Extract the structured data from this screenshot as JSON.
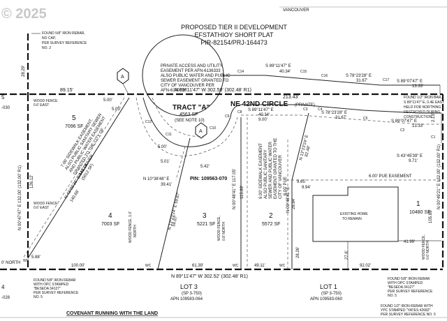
{
  "watermark": "© 2025",
  "title": {
    "line1": "PROPOSED TIER II DEVELOPMENT",
    "line2": "EFSTATHIOY SHORT PLAT",
    "line3": "PIR-82154/PRJ-164473"
  },
  "street_top": "VANCOUVER",
  "street": {
    "name": "NE 42ND CIRCLE",
    "type": "(PRIVATE)"
  },
  "tract": {
    "name": "TRACT \"A\"",
    "area": "4563 SF",
    "note": "(SEE NOTE 10)"
  },
  "pin": "PIN: 109563-070",
  "lots": [
    {
      "num": "1",
      "area": "10480 SF"
    },
    {
      "num": "2",
      "area": "5572 SF"
    },
    {
      "num": "3",
      "area": "5221 SF"
    },
    {
      "num": "4",
      "area": "7003 SF"
    },
    {
      "num": "5",
      "area": "7096 SF"
    }
  ],
  "adjacent": {
    "lot3": {
      "name": "LOT 3",
      "ref": "(SP 3-750)",
      "apn": "APN 109583-064"
    },
    "lot1": {
      "name": "LOT 1",
      "ref": "(SP 3-750)",
      "apn": "APN 109583-060"
    }
  },
  "notes": {
    "rebar_top": [
      "FOUND 5/8\" IRON REBAR,",
      "NO CAP,",
      "PER SURVEY REFERENCE",
      "NO. 2"
    ],
    "rebar_right": [
      "FOUND 1/2\" IRON BAR,",
      "S 89°11'47\" E, 0.4E EAST",
      "HELD FOR NORTHING",
      "DESTROYED DURING",
      "CONSTRUCTION"
    ],
    "rebar_bl": [
      "FOUND 5/8\" IRON REBAR",
      "WITH OPC STAMPED",
      "\"BESEDA 34127\"",
      "PER SURVEY REFERENCE",
      "NO. 5"
    ],
    "rebar_br1": [
      "FOUND 5/8\" IRON REBAR",
      "WITH OPC STAMPED",
      "\"BESEDA 34127\"",
      "PER SURVEY REFERENCE",
      "NO. 5"
    ],
    "rebar_br2": [
      "FOUND 1/2\" IRON REBAR WITH",
      "YPC STAMPED \"YATES 42682\"",
      "PER SURVEY REFERENCE NO. 5"
    ],
    "access": [
      "PRIVATE ACCESS AND UTILITY",
      "EASEMENT PER AFN-6136333",
      "ALSO PUBLIC WATER AND PUBLIC",
      "SEWER EASEMENT GRANTED TO",
      "CITY OF VANCOUVER PER",
      "AFN-6140616"
    ],
    "sidewalk": [
      "7.00' SIDEWALK EASEMENT,",
      "ALSO PUBLIC SANITARY SEWER",
      "AND PUBLIC WATER EASEMENT",
      "GRANTED TO THE CITY OF",
      "VANCOUVER",
      "(5012 SF)"
    ],
    "sidewalk2": [
      "9.00' SIDEWALK EASEMENT",
      "ALSO PUBLIC SANITARY",
      "SEWER AND PUBLIC WATER",
      "EASEMENT GRANTED TO THE",
      "CITY OF VANCOUVER"
    ],
    "existing_home": [
      "EXISTING HOME",
      "TO REMAIN"
    ],
    "pue_vert": "6.00' PUE",
    "pue_horiz": "6.00' PUE EASEMENT",
    "wood_fence_1": [
      "WOOD FENCE",
      "0.6' EAST"
    ],
    "wood_fence_2": [
      "WOOD FENCE",
      "0.6' EAST"
    ],
    "wood_fence_3": [
      "WOOD FENCE, 1.0'",
      "NORTH"
    ],
    "wood_fence_4": [
      "WOOD FENCE,",
      "0.8' NORTH"
    ],
    "wood_fence_5": [
      "WOOD FENCE,",
      "0.6' NORTH"
    ],
    "covenant": "COVENANT RUNNING WITH THE LAND",
    "left_north": "0' NORTH"
  },
  "dims": {
    "top_bearing1": "S 89°11'47\" E",
    "top_dist1": "40.34'",
    "top_bearing2": "S 78°23'28\" E",
    "top_dist2": "31.67'",
    "top_bearing3": "S 89°07'47\" E",
    "top_dist3": "13.33'",
    "main_line": "N 89°11'47\" W  302.58' (302.48' R1)",
    "left_seg": "89.15'",
    "mid_dist": "213.43'",
    "street_bearing1": "S 89°11'47\" E",
    "street_dist1": "40.34'",
    "street_bearing2": "S 78°23'28\" E",
    "street_dist2": "31.67'",
    "street_bearing3": "S 89°07'47\" E",
    "street_dist3": "13.33'",
    "right_bearing": "S 43°45'39\" E",
    "right_dist": "9.71'",
    "bottom_line": "N 89°11'47\" W  302.52' (302.48' R1)",
    "bottom_d1": "100.00'",
    "bottom_d2": "61.39'",
    "bottom_d3": "49.11'",
    "bottom_d4": "92.02'",
    "left_bearing": "N 00°47'47\" E  132.00' (132.00' R1)",
    "left_seg1": "126.12'",
    "left_topseg": "28.29'",
    "right_bearing_v": "N 00°49'21\" E  132.00' (132.00' R1)",
    "right_seg1": "105.85'",
    "right_seg2": "2.15'",
    "lot4_line": "N 43°05'36\" E  143.18'",
    "lot4_line2": "140.68'",
    "lot3_line": "N 13°23'24\" E  59.87'",
    "lot3_line2": "58.87'",
    "lot3_bearing2": "N 10°38'48\" E",
    "lot3_dist2": "39.41'",
    "lot2_line": "N 00°48'41\" E  117.05'",
    "lot2_line2": "115.89'",
    "lot1_line": "N 13°23'24\" E",
    "lot1_dist": "82.48'",
    "lot1_line2": "N 00°48'41\" E",
    "lot1_dist2": "28.84'",
    "d_500a": "5.00'",
    "d_503": "5.03'",
    "d_500b": "5.00'",
    "d_501": "5.01'",
    "d_542": "5.42'",
    "d_588": "5.88'",
    "d_600": "6.00'",
    "d_900": "9.00'",
    "d_994": "9.94'",
    "d_965": "9.65'",
    "d_2826": "28.26'",
    "d_276": "27.6'",
    "d_4199": "41.99'",
    "left_num": "5",
    "left_030": "-030",
    "left_028": "-028",
    "left_4": "4"
  },
  "markers": [
    "A",
    "A"
  ],
  "wc": [
    "WC",
    "WC",
    "WC",
    "WC"
  ],
  "curve_labels": [
    "C1",
    "C2",
    "C3",
    "C4",
    "C5",
    "C6",
    "C7",
    "C8",
    "C9",
    "C10",
    "C11",
    "C12",
    "C13",
    "C14",
    "C15"
  ]
}
